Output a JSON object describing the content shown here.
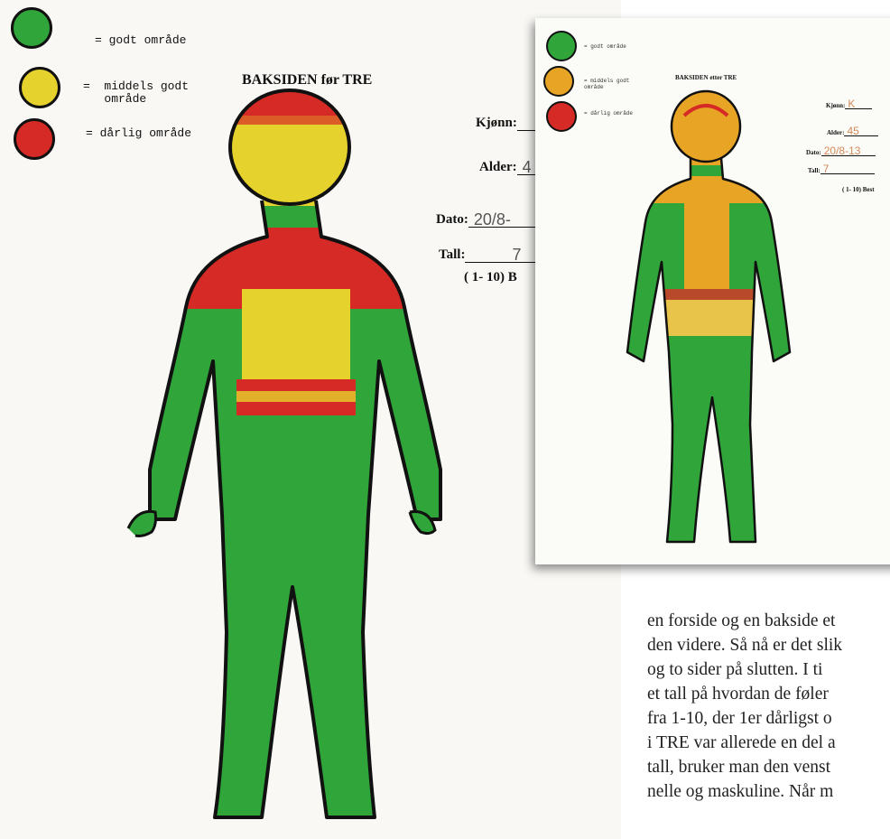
{
  "sheet_before": {
    "legend": [
      {
        "label": "=  godt område",
        "color": "#2fa53a"
      },
      {
        "label": "=  middels godt\n   område",
        "color": "#e6d22c"
      },
      {
        "label": "=  dårlig område",
        "color": "#d52a25"
      }
    ],
    "title": "BAKSIDEN før TRE",
    "fields": {
      "kjonn_label": "Kjønn:",
      "alder_label": "Alder:",
      "alder_value": "4",
      "dato_label": "Dato:",
      "dato_value": "20/8-",
      "tall_label": "Tall:",
      "tall_value": "7",
      "scale_note": "( 1- 10) B"
    },
    "regions": {
      "head": "red / yellow",
      "shoulders": "red",
      "mid_back": "yellow",
      "lower_back": "red / yellow",
      "rest": "green"
    }
  },
  "sheet_after": {
    "legend": [
      {
        "label": "=  godt område",
        "color": "#2fa53a"
      },
      {
        "label": "=  middels godt område",
        "color": "#e8a425"
      },
      {
        "label": "=  dårlig område",
        "color": "#d52a25"
      }
    ],
    "title": "BAKSIDEN etter TRE",
    "fields": {
      "kjonn_label": "Kjønn:",
      "kjonn_value": "K",
      "alder_label": "Alder:",
      "alder_value": "45",
      "dato_label": "Dato:",
      "dato_value": "20/8-13",
      "tall_label": "Tall:",
      "tall_value": "7",
      "scale_note": "( 1- 10) Best"
    }
  },
  "body_text": [
    "en forside og en bakside et",
    "den videre. Så nå er det slik",
    "og to sider på slutten. I ti",
    "et tall på hvordan de føler",
    "fra 1-10, der 1er dårligst o",
    "i TRE var allerede en del a",
    "tall, bruker man den venst",
    "nelle og maskuline. Når m"
  ]
}
